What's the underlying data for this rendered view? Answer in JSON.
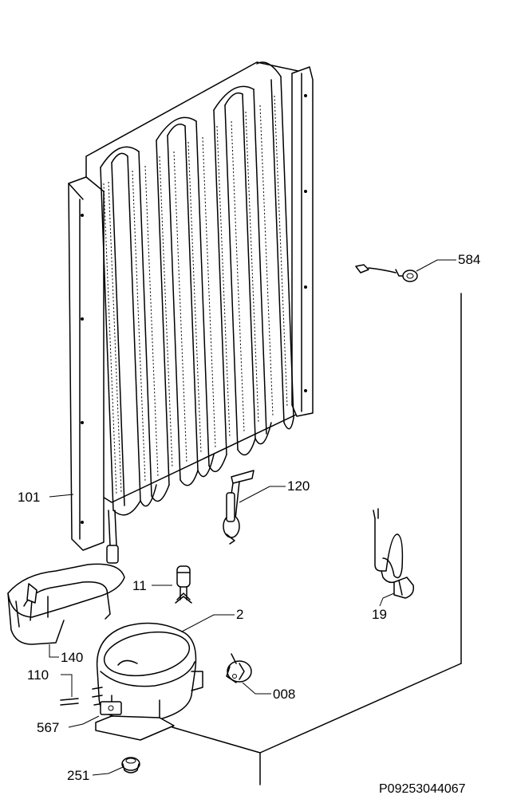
{
  "diagram": {
    "reference": "P09253044067",
    "labels": {
      "condenser": "101",
      "capillary_dryer": "120",
      "drip_tray": "140",
      "connector": "11",
      "compressor": "2",
      "relay_starter": "008",
      "clip": "110",
      "mount_grommet": "567",
      "foot_grommet": "251",
      "power_cable": "19",
      "earth_wire": "584"
    }
  }
}
